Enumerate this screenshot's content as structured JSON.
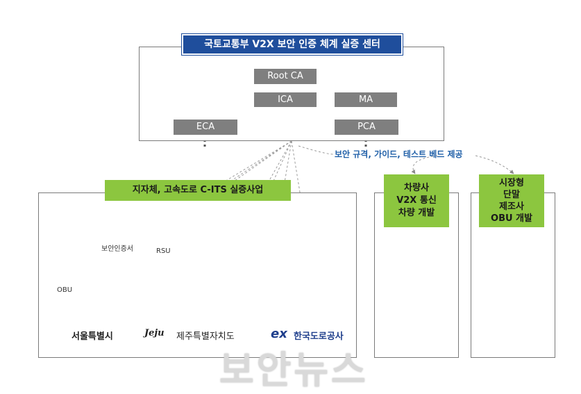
{
  "center": {
    "title": "국토교통부 V2X 보안 인증 체계 실증 센터",
    "nodes": {
      "root": "Root CA",
      "ica": "ICA",
      "ma": "MA",
      "eca": "ECA",
      "pca": "PCA"
    }
  },
  "provision_note": "보안 규격, 가이드, 테스트 베드 제공",
  "local": {
    "title": "지자체, 고속도로 C-ITS 실증사업",
    "cert_label": "보안인증서",
    "rsu_label": "RSU",
    "obu_label": "OBU",
    "logos": {
      "seoul": "서울특별시",
      "jeju_mark": "Jeju",
      "jeju": "제주특별자치도",
      "ex_mark": "ex",
      "ex": "한국도로공사"
    }
  },
  "automaker": {
    "title_lines": [
      "차량사",
      "V2X 통신",
      "차량 개발"
    ]
  },
  "obu_maker": {
    "title_lines": [
      "시장형",
      "단말",
      "제조사",
      "OBU 개발"
    ]
  },
  "watermark": "보안뉴스",
  "colors": {
    "title_blue": "#1f4e9c",
    "node_gray": "#7f7f7f",
    "green": "#8cc63f",
    "note_blue": "#1f5fa8",
    "cert_blue": "#2e8fd8"
  }
}
